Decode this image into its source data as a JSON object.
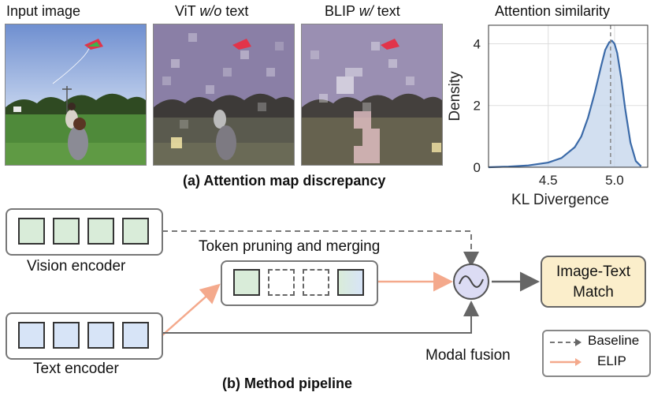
{
  "panel_a": {
    "titles": {
      "input": "Input image",
      "vit_prefix": "ViT ",
      "vit_italic": "w/o",
      "vit_suffix": " text",
      "blip_prefix": "BLIP ",
      "blip_italic": "w/",
      "blip_suffix": " text",
      "similarity": "Attention similarity"
    },
    "caption": "(a) Attention map discrepancy"
  },
  "chart_data": {
    "type": "area",
    "title": "Attention similarity",
    "xlabel": "KL Divergence",
    "ylabel": "Density",
    "xlim": [
      4.05,
      5.25
    ],
    "ylim": [
      0,
      4.6
    ],
    "xticks": [
      4.5,
      5.0
    ],
    "yticks": [
      0,
      2,
      4
    ],
    "grid": true,
    "reference_line_x": 4.97,
    "x": [
      4.05,
      4.2,
      4.35,
      4.5,
      4.6,
      4.7,
      4.75,
      4.8,
      4.85,
      4.9,
      4.93,
      4.96,
      4.98,
      5.0,
      5.02,
      5.05,
      5.08,
      5.12,
      5.16,
      5.2
    ],
    "y": [
      0.0,
      0.02,
      0.06,
      0.15,
      0.3,
      0.65,
      1.0,
      1.6,
      2.4,
      3.3,
      3.8,
      4.05,
      4.1,
      4.0,
      3.7,
      2.9,
      1.9,
      0.8,
      0.2,
      0.03
    ],
    "colors": {
      "line": "#3b6aa8",
      "fill": "#c7d7ec"
    }
  },
  "panel_b": {
    "vision_encoder": "Vision encoder",
    "text_encoder": "Text encoder",
    "pruning": "Token pruning and merging",
    "match_line1": "Image-Text",
    "match_line2": "Match",
    "modal_fusion": "Modal fusion",
    "legend": {
      "baseline": "Baseline",
      "elip": "ELIP"
    },
    "caption": "(b) Method pipeline",
    "colors": {
      "baseline": "#777777",
      "elip": "#f4a98c",
      "vision_token": "#d9ecd9",
      "text_token": "#d7e4f7",
      "match": "#fbeecb",
      "fusion": "#dcdcf4"
    }
  }
}
